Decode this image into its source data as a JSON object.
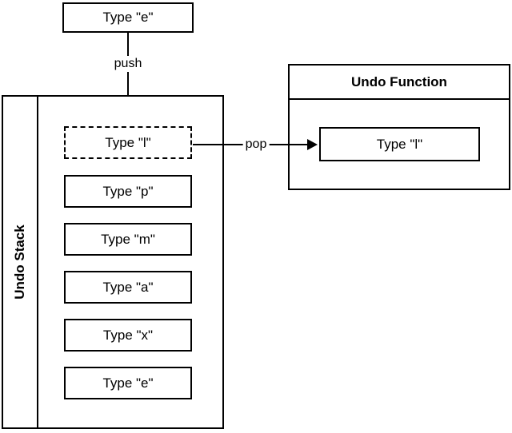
{
  "diagram": {
    "background": "#ffffff",
    "line_color": "#000000",
    "top_node": {
      "label": "Type \"e\""
    },
    "push_arrow": {
      "label": "push"
    },
    "pop_arrow": {
      "label": "pop"
    },
    "undo_stack": {
      "title": "Undo Stack",
      "items": [
        {
          "label": "Type \"l\"",
          "style": "dashed"
        },
        {
          "label": "Type \"p\"",
          "style": "solid"
        },
        {
          "label": "Type \"m\"",
          "style": "solid"
        },
        {
          "label": "Type \"a\"",
          "style": "solid"
        },
        {
          "label": "Type \"x\"",
          "style": "solid"
        },
        {
          "label": "Type \"e\"",
          "style": "solid"
        }
      ]
    },
    "undo_function": {
      "title": "Undo Function",
      "item": {
        "label": "Type \"l\""
      }
    }
  }
}
